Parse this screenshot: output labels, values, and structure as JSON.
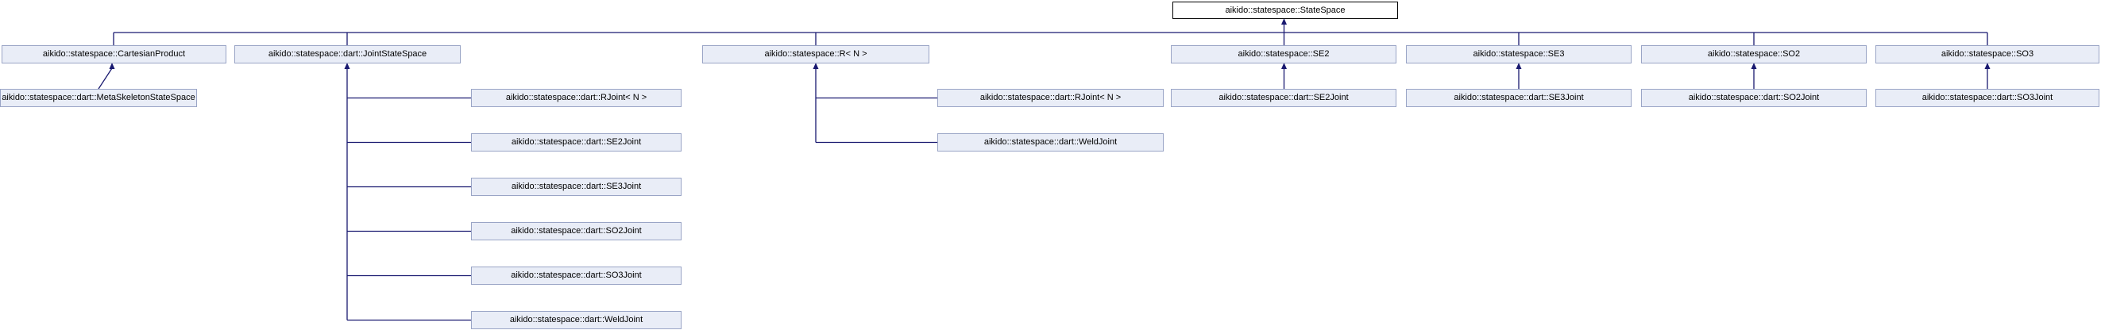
{
  "diagram_type": "class-inheritance-graph",
  "colors": {
    "node-fill": "#e9edf7",
    "node-border": "#9aa5c6",
    "root-fill": "#ffffff",
    "root-border": "#000000",
    "edge": "#191970",
    "text": "#000000"
  },
  "nodes": [
    {
      "id": "StateSpace",
      "label": "aikido::statespace::StateSpace"
    },
    {
      "id": "CartesianProduct",
      "label": "aikido::statespace::CartesianProduct"
    },
    {
      "id": "JointStateSpace",
      "label": "aikido::statespace::dart::JointStateSpace"
    },
    {
      "id": "R<N>",
      "label": "aikido::statespace::R< N >"
    },
    {
      "id": "SE2",
      "label": "aikido::statespace::SE2"
    },
    {
      "id": "SE3",
      "label": "aikido::statespace::SE3"
    },
    {
      "id": "SO2",
      "label": "aikido::statespace::SO2"
    },
    {
      "id": "SO3",
      "label": "aikido::statespace::SO3"
    },
    {
      "id": "MetaSkeletonStateSpace",
      "label": "aikido::statespace::dart::MetaSkeletonStateSpace"
    },
    {
      "id": "RJoint<N>-of-JointStateSpace",
      "label": "aikido::statespace::dart::RJoint< N >"
    },
    {
      "id": "SE2Joint-of-JointStateSpace",
      "label": "aikido::statespace::dart::SE2Joint"
    },
    {
      "id": "SE3Joint-of-JointStateSpace",
      "label": "aikido::statespace::dart::SE3Joint"
    },
    {
      "id": "SO2Joint-of-JointStateSpace",
      "label": "aikido::statespace::dart::SO2Joint"
    },
    {
      "id": "SO3Joint-of-JointStateSpace",
      "label": "aikido::statespace::dart::SO3Joint"
    },
    {
      "id": "WeldJoint-of-JointStateSpace",
      "label": "aikido::statespace::dart::WeldJoint"
    },
    {
      "id": "RJoint<N>-of-R",
      "label": "aikido::statespace::dart::RJoint< N >"
    },
    {
      "id": "WeldJoint-of-R",
      "label": "aikido::statespace::dart::WeldJoint"
    },
    {
      "id": "SE2Joint-of-SE2",
      "label": "aikido::statespace::dart::SE2Joint"
    },
    {
      "id": "SE3Joint-of-SE3",
      "label": "aikido::statespace::dart::SE3Joint"
    },
    {
      "id": "SO2Joint-of-SO2",
      "label": "aikido::statespace::dart::SO2Joint"
    },
    {
      "id": "SO3Joint-of-SO3",
      "label": "aikido::statespace::dart::SO3Joint"
    }
  ],
  "edges": [
    {
      "from": 1,
      "to": 0,
      "relation": "inherits"
    },
    {
      "from": 2,
      "to": 0,
      "relation": "inherits"
    },
    {
      "from": 3,
      "to": 0,
      "relation": "inherits"
    },
    {
      "from": 4,
      "to": 0,
      "relation": "inherits"
    },
    {
      "from": 5,
      "to": 0,
      "relation": "inherits"
    },
    {
      "from": 6,
      "to": 0,
      "relation": "inherits"
    },
    {
      "from": 7,
      "to": 0,
      "relation": "inherits"
    },
    {
      "from": 8,
      "to": 1,
      "relation": "inherits"
    },
    {
      "from": 9,
      "to": 2,
      "relation": "inherits"
    },
    {
      "from": 10,
      "to": 2,
      "relation": "inherits"
    },
    {
      "from": 11,
      "to": 2,
      "relation": "inherits"
    },
    {
      "from": 12,
      "to": 2,
      "relation": "inherits"
    },
    {
      "from": 13,
      "to": 2,
      "relation": "inherits"
    },
    {
      "from": 14,
      "to": 2,
      "relation": "inherits"
    },
    {
      "from": 15,
      "to": 3,
      "relation": "inherits"
    },
    {
      "from": 16,
      "to": 3,
      "relation": "inherits"
    },
    {
      "from": 17,
      "to": 4,
      "relation": "inherits"
    },
    {
      "from": 18,
      "to": 5,
      "relation": "inherits"
    },
    {
      "from": 19,
      "to": 6,
      "relation": "inherits"
    },
    {
      "from": 20,
      "to": 7,
      "relation": "inherits"
    }
  ]
}
